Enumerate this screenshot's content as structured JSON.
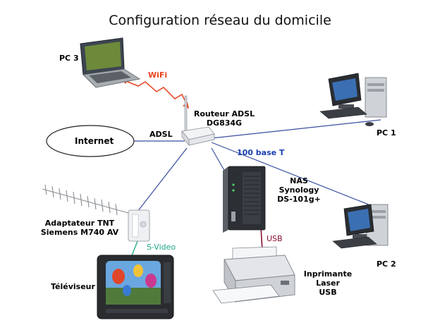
{
  "title": "Configuration réseau du domicile",
  "devices": {
    "pc3": "PC 3",
    "pc1": "PC 1",
    "pc2": "PC 2",
    "router_line1": "Routeur ADSL",
    "router_line2": "DG834G",
    "internet": "Internet",
    "nas_line1": "NAS",
    "nas_line2": "Synology",
    "nas_line3": "DS-101g+",
    "adapter_line1": "Adaptateur TNT",
    "adapter_line2": "Siemens M740 AV",
    "tv": "Téléviseur",
    "printer_line1": "Inprimante",
    "printer_line2": "Laser",
    "printer_line3": "USB"
  },
  "links": {
    "wifi": "WiFi",
    "adsl": "ADSL",
    "ethernet": "100 base T",
    "usb": "USB",
    "svideo": "S-Video"
  },
  "colors": {
    "wifi": "#e8421e",
    "ethernet_label": "#1a3fb0",
    "cable": "#3a4fa0",
    "usb": "#8a1030",
    "svideo": "#1fa888"
  }
}
